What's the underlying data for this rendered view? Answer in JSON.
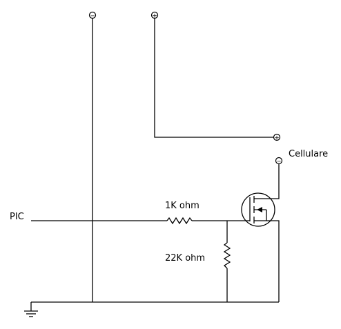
{
  "labels": {
    "pic": "PIC",
    "cellulare": "Cellulare",
    "r1": "1K ohm",
    "r2": "22K ohm"
  },
  "terminals": {
    "top_left": "−",
    "top_right": "+",
    "right_plus": "+",
    "cell_minus": "−"
  }
}
